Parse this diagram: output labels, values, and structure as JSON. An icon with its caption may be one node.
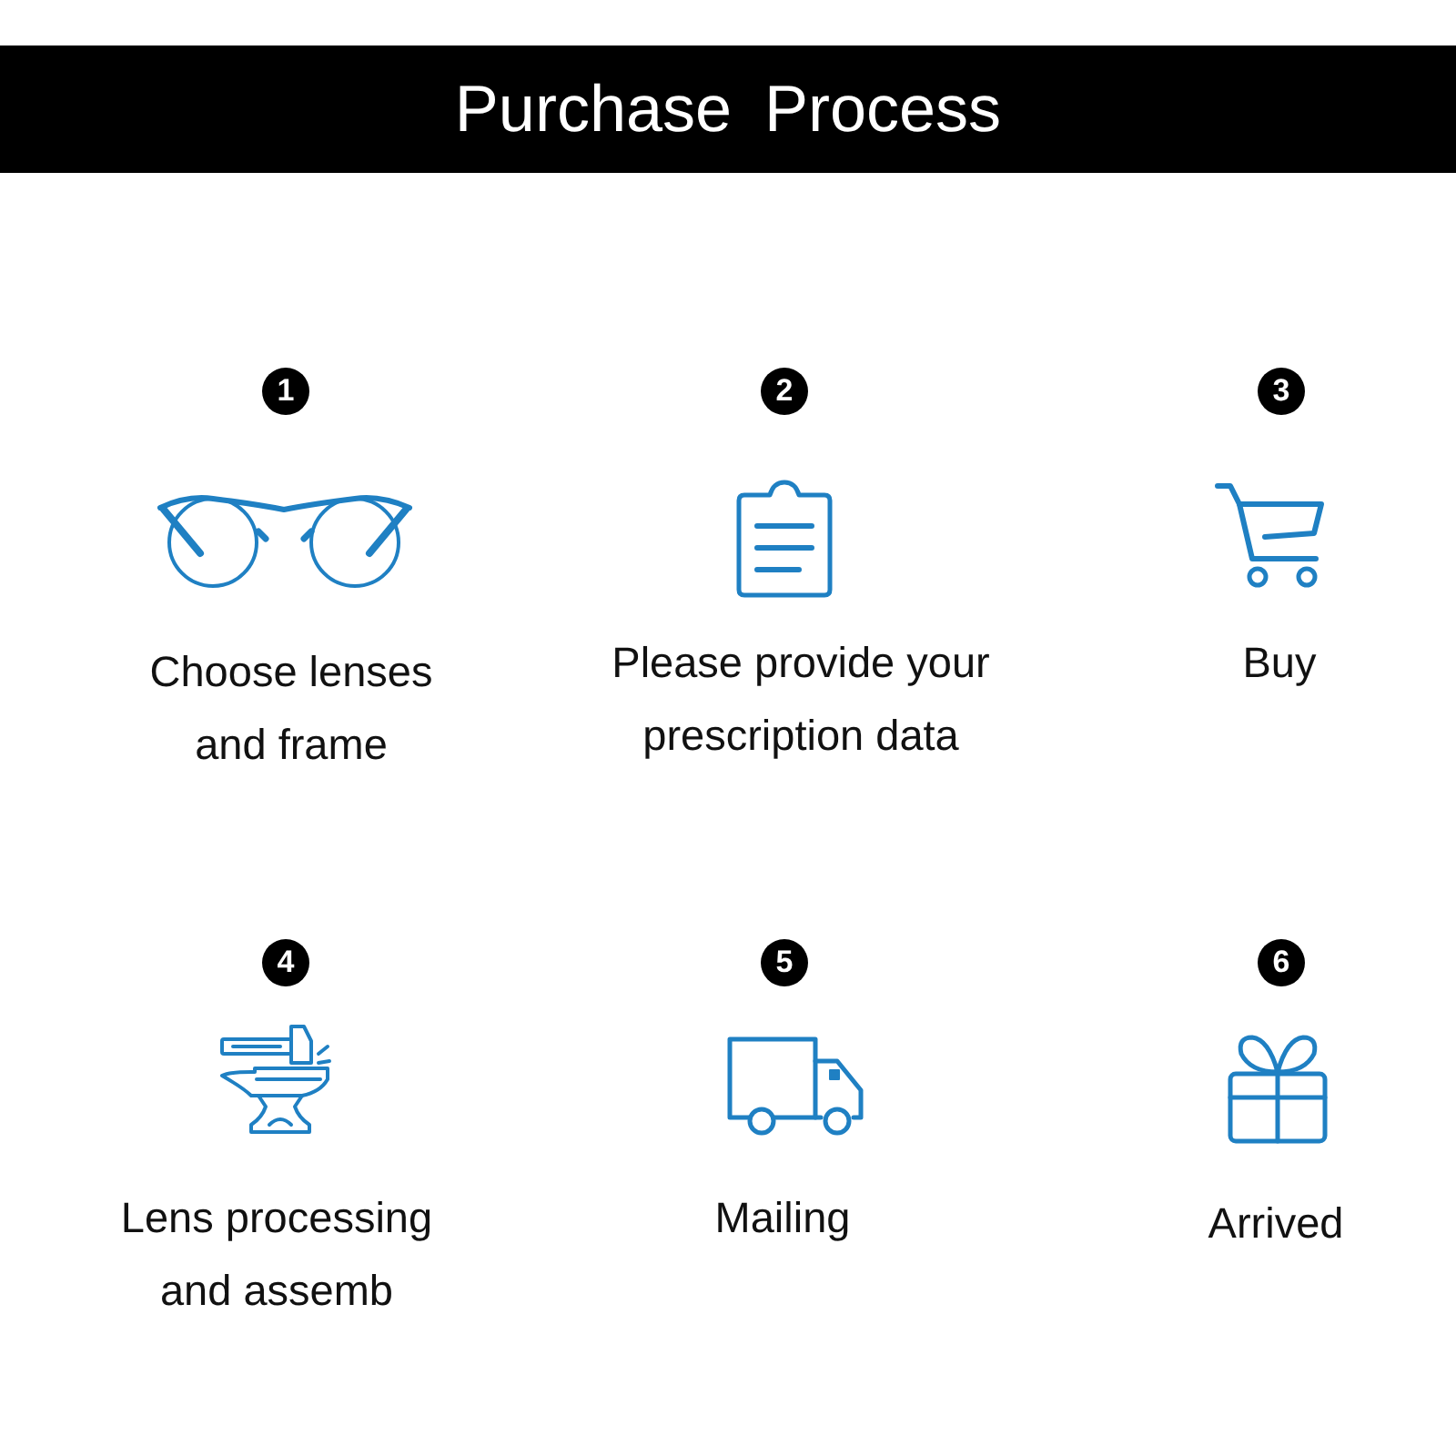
{
  "diagram": {
    "title": "Purchase Process",
    "nodes": [
      {
        "text": [
          "1"
        ]
      },
      {
        "text": [
          "2"
        ]
      },
      {
        "text": [
          "3"
        ]
      },
      {
        "text": [
          "4"
        ]
      },
      {
        "text": [
          "5"
        ]
      },
      {
        "text": [
          "6"
        ]
      }
    ],
    "edges": [],
    "labels": [
      "Choose lenses and frame",
      "Please provide your prescription data",
      "Buy",
      "Lens processing and assemb",
      "Mailing",
      "Arrived"
    ]
  }
}
